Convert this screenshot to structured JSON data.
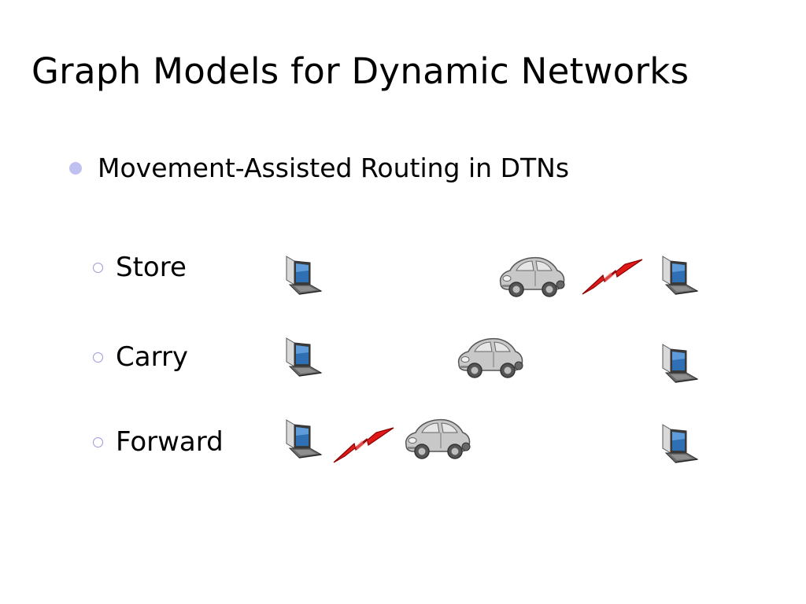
{
  "slide": {
    "title": "Graph Models for Dynamic Networks",
    "bullet": "Movement-Assisted Routing in DTNs",
    "sub_items": [
      {
        "label": "Store"
      },
      {
        "label": "Carry"
      },
      {
        "label": "Forward"
      }
    ]
  },
  "icons": {
    "laptop": "laptop-icon",
    "car": "car-icon",
    "signal": "lightning-signal-icon"
  },
  "colors": {
    "bullet": "#bfc2f0",
    "sub_marker": "#9a9ad8",
    "laptop_screen": "#2f6fb4",
    "car_body": "#c8c8c8",
    "signal": "#e01818"
  }
}
